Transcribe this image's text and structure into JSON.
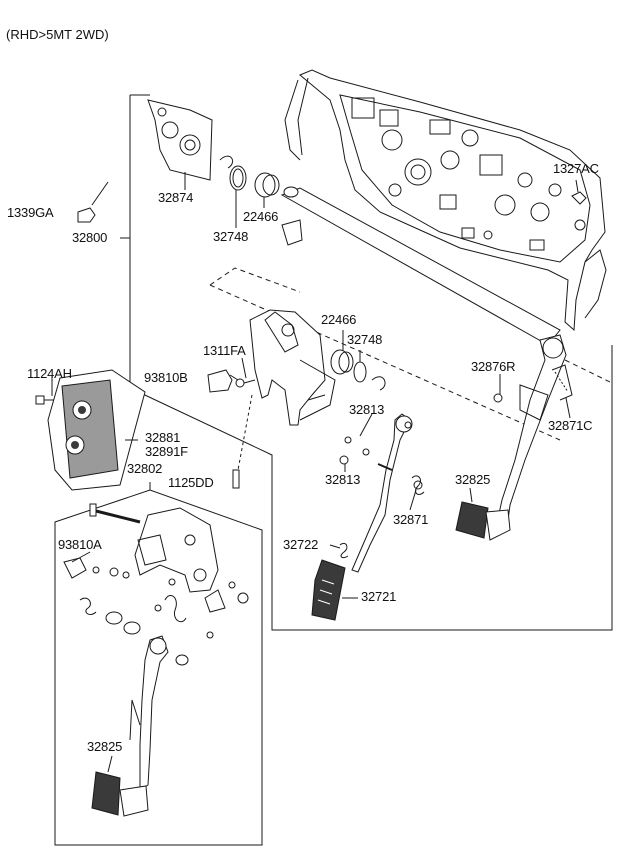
{
  "header": {
    "variant": "(RHD>5MT 2WD)"
  },
  "part_labels": {
    "p1327AC": "1327AC",
    "p32874": "32874",
    "p1339GA": "1339GA",
    "p22466_top": "22466",
    "p32748_top": "32748",
    "p32800": "32800",
    "p22466_mid": "22466",
    "p32748_mid": "32748",
    "p1311FA": "1311FA",
    "p93810B": "93810B",
    "p1124AH": "1124AH",
    "p32876R": "32876R",
    "p32813_a": "32813",
    "p32871C": "32871C",
    "p32881": "32881",
    "p32891F": "32891F",
    "p32813_b": "32813",
    "p32802": "32802",
    "p1125DD": "1125DD",
    "p32825_right": "32825",
    "p32871": "32871",
    "p93810A": "93810A",
    "p32722": "32722",
    "p32721": "32721",
    "p32825_left": "32825"
  },
  "colors": {
    "line": "#1a1a1a",
    "part_fill": "#ffffff",
    "shade": "#9a9a9a",
    "dark": "#3a3a3a"
  }
}
